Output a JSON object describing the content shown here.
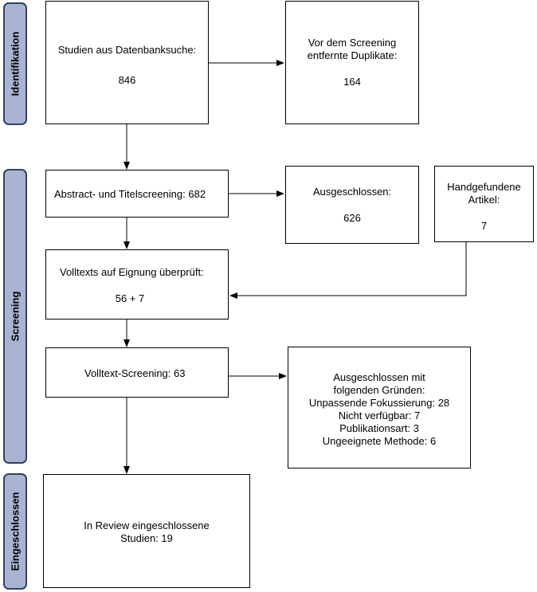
{
  "phases": {
    "identification": "Identifikation",
    "screening": "Screening",
    "included": "Eingeschlossen"
  },
  "boxes": {
    "database": {
      "label": "Studien aus Datenbanksuche:",
      "value": "846"
    },
    "duplicates": {
      "line1": "Vor dem Screening",
      "line2": "entfernte Duplikate:",
      "value": "164"
    },
    "abstract": {
      "label": "Abstract- und Titelscreening: 682"
    },
    "excluded1": {
      "label": "Ausgeschlossen:",
      "value": "626"
    },
    "handfound": {
      "line1": "Handgefundene",
      "line2": "Artikel:",
      "value": "7"
    },
    "fulltext_check": {
      "label": "Volltexts auf Eignung überprüft:",
      "value": "56 + 7"
    },
    "fulltext_screening": {
      "label": "Volltext-Screening: 63"
    },
    "excluded2": {
      "line1": "Ausgeschlossen mit",
      "line2": "folgenden Gründen:",
      "reasons": [
        "Unpassende Fokussierung: 28",
        "Nicht verfügbar: 7",
        "Publikationsart:  3",
        "Ungeeignete Methode: 6"
      ]
    },
    "included": {
      "line1": "In Review eingeschlossene",
      "line2": "Studien: 19"
    }
  }
}
